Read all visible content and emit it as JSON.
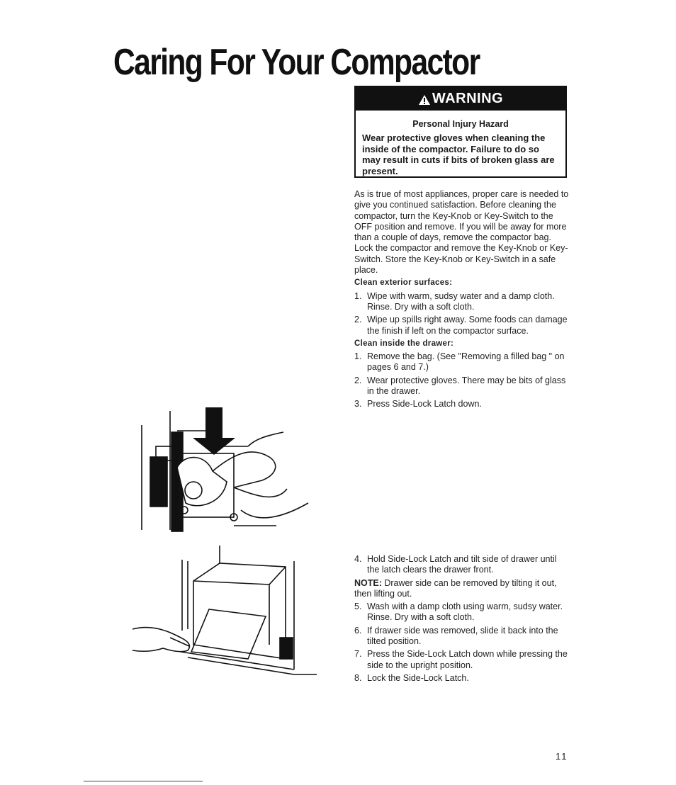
{
  "page": {
    "title": "Caring For Your Compactor",
    "page_number": "11"
  },
  "warning": {
    "heading": "WARNING",
    "hazard_title": "Personal Injury Hazard",
    "body": "Wear protective gloves when cleaning the inside of the compactor. Failure to do so may result in cuts if bits of broken glass are present."
  },
  "intro": "As is true of most appliances, proper care is needed to give you continued satisfaction. Before cleaning the compactor, turn the Key-Knob or Key-Switch to the OFF position and remove. If you will be away for more than a couple of days, remove the compactor bag. Lock the compactor and remove the Key-Knob or Key-Switch. Store the Key-Knob or Key-Switch in a safe place.",
  "exterior": {
    "heading": "Clean exterior surfaces:",
    "steps": [
      {
        "num": "1.",
        "text": "Wipe with warm, sudsy water and a damp cloth. Rinse. Dry with a soft cloth."
      },
      {
        "num": "2.",
        "text": "Wipe up spills right away. Some foods can damage the finish if left on the compactor surface."
      }
    ]
  },
  "drawer": {
    "heading": "Clean inside the drawer:",
    "steps": [
      {
        "num": "1.",
        "text": "Remove the bag. (See \"Removing a filled bag \" on pages 6 and 7.)"
      },
      {
        "num": "2.",
        "text": "Wear protective gloves. There may be bits of glass in the drawer."
      },
      {
        "num": "3.",
        "text": "Press Side-Lock Latch down."
      }
    ]
  },
  "drawer_cont": {
    "step4": {
      "num": "4.",
      "text": "Hold Side-Lock Latch and tilt side of drawer until the latch clears the drawer front."
    },
    "note_label": "NOTE:",
    "note_text": " Drawer side can be removed by tilting it out, then lifting out.",
    "steps": [
      {
        "num": "5.",
        "text": "Wash with a damp cloth using warm, sudsy water. Rinse. Dry with a soft cloth."
      },
      {
        "num": "6.",
        "text": "If drawer side was removed, slide it back into the tilted position."
      },
      {
        "num": "7.",
        "text": "Press the Side-Lock Latch down while pressing the side to the upright position."
      },
      {
        "num": "8.",
        "text": "Lock the Side-Lock Latch."
      }
    ]
  },
  "colors": {
    "ink": "#111111",
    "paper": "#ffffff"
  }
}
